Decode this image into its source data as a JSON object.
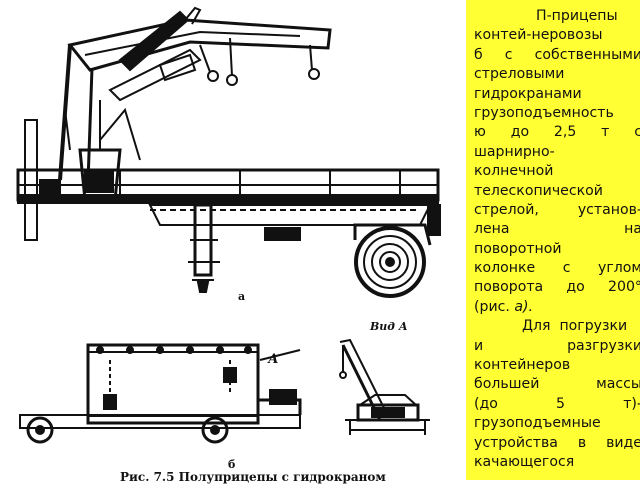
{
  "figure": {
    "label_a": "а",
    "label_view": "Вид А",
    "label_b": "б",
    "label_A": "А",
    "caption": "Рис. 7.5 Полуприцепы с гидрокраном"
  },
  "text_panel": {
    "lines": [
      [
        "П-прицепы"
      ],
      [
        "контей-неровозы"
      ],
      [
        "б",
        "с",
        "собственными"
      ],
      [
        "стреловыми"
      ],
      [
        "гидрокранами"
      ],
      [
        "грузоподъемность"
      ],
      [
        "ю",
        "до",
        "2,5",
        "т",
        "с"
      ],
      [
        "шарнирно-"
      ],
      [
        "колнечной"
      ],
      [
        "телескопической"
      ],
      [
        "стрелой,",
        "установ-"
      ],
      [
        "лена",
        "на"
      ],
      [
        "поворотной"
      ],
      [
        "колонке",
        "с",
        "углом"
      ],
      [
        "поворота",
        "до",
        "200°"
      ],
      [
        "(рис.",
        "а)."
      ],
      [
        "Для",
        "погрузки"
      ],
      [
        "и",
        "разгрузки"
      ],
      [
        "контейнеров"
      ],
      [
        "большей",
        "массы"
      ],
      [
        "(до",
        "5",
        "т)-"
      ],
      [
        "грузоподъемные"
      ],
      [
        "устройства",
        "в",
        "виде"
      ],
      [
        "качающегося"
      ]
    ]
  },
  "colors": {
    "panel_background": "#ffff33",
    "ink": "#111111"
  }
}
